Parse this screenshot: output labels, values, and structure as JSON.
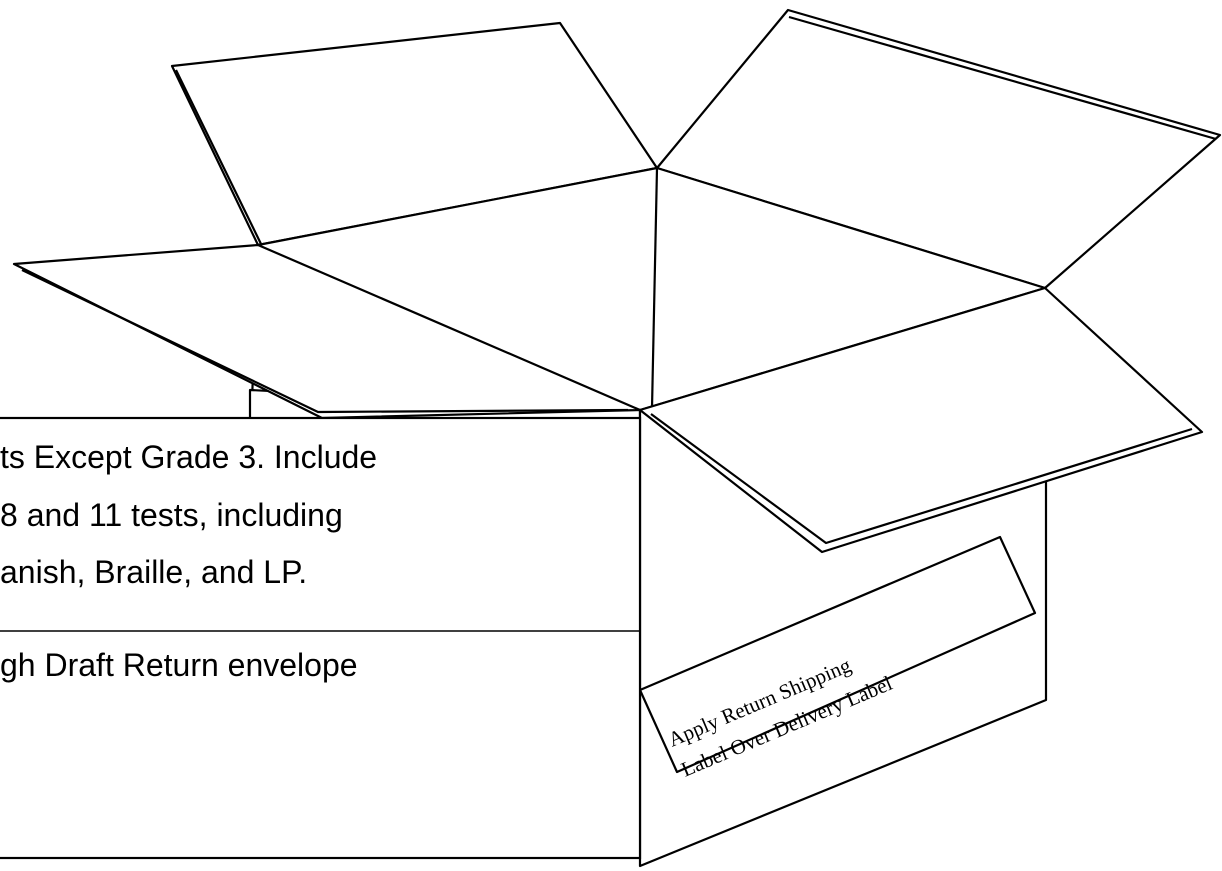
{
  "diagram": {
    "instructions": {
      "box1_line1": "ts Except Grade 3. Include",
      "box1_line2": "8 and 11 tests, including",
      "box1_line3": "anish, Braille, and LP.",
      "box2_line1": "gh Draft Return envelope"
    },
    "shipping_label": {
      "line1": "Apply Return Shipping",
      "line2": "Label Over Delivery Label"
    },
    "colors": {
      "stroke": "#000000",
      "background": "#ffffff"
    }
  }
}
